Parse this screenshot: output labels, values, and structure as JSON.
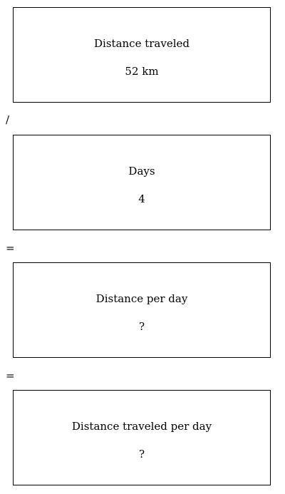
{
  "boxes": [
    {
      "label": "Distance traveled",
      "value": "52 km"
    },
    {
      "label": "Days",
      "value": "4"
    },
    {
      "label": "Distance per day",
      "value": "?"
    },
    {
      "label": "Distance traveled per day",
      "value": "?"
    }
  ],
  "operators": [
    "/",
    "=",
    "="
  ]
}
